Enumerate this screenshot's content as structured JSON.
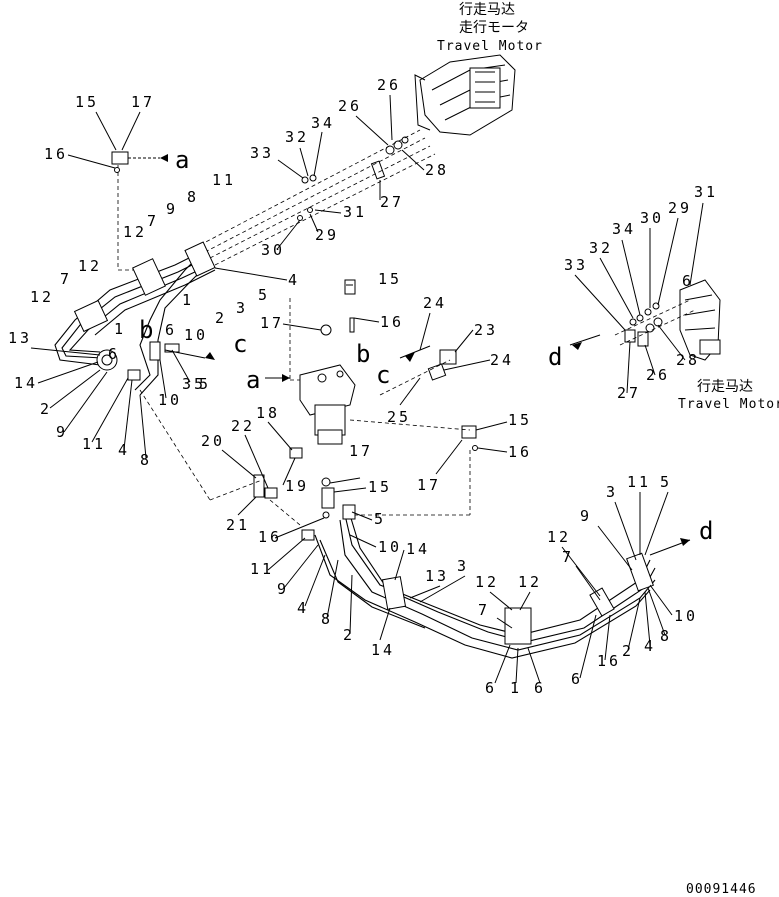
{
  "captions": {
    "top_cn": "行走马达",
    "top_jp": "走行モータ",
    "top_en": "Travel Motor",
    "right_cn": "行走马达",
    "right_en": "Travel Motor"
  },
  "drawing_id": "00091446",
  "arrow_letters": [
    "a",
    "b",
    "c",
    "d"
  ],
  "callouts": [
    "1",
    "2",
    "3",
    "4",
    "5",
    "6",
    "7",
    "8",
    "9",
    "10",
    "11",
    "12",
    "13",
    "14",
    "15",
    "16",
    "17",
    "18",
    "19",
    "20",
    "21",
    "22",
    "23",
    "24",
    "25",
    "26",
    "27",
    "28",
    "29",
    "30",
    "31",
    "32",
    "33",
    "34",
    "35"
  ]
}
